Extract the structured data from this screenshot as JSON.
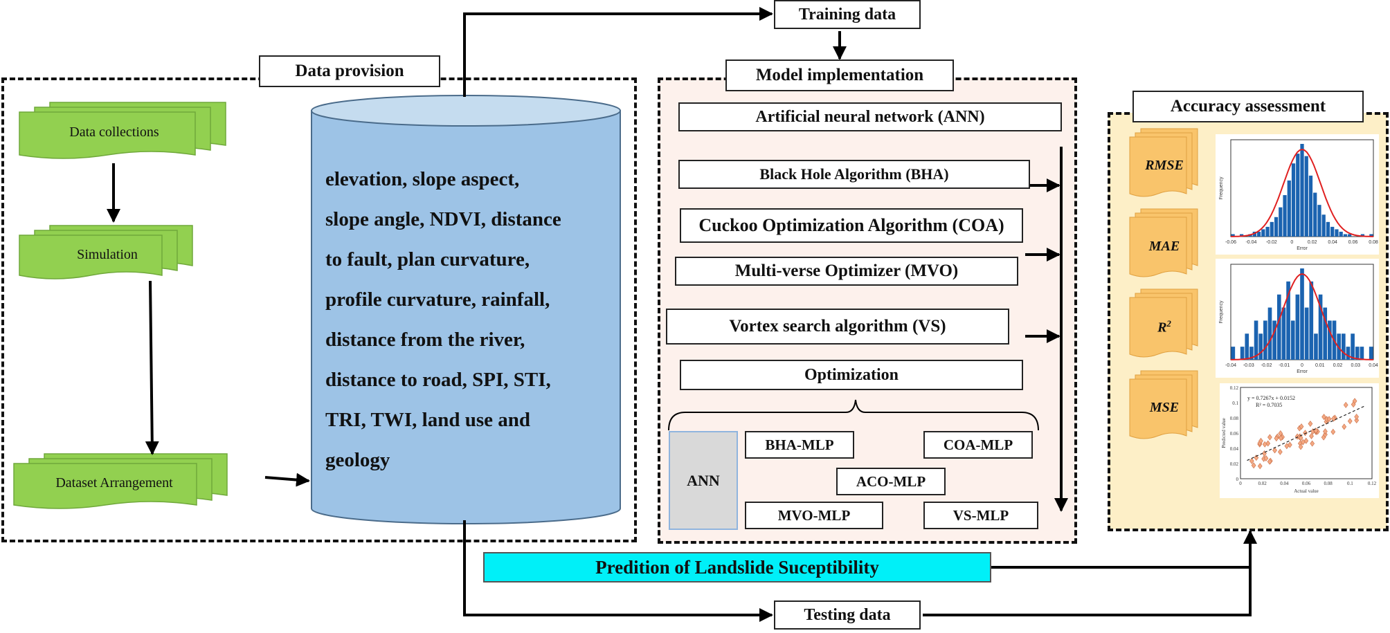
{
  "title_boxes": {
    "training_data": "Training data",
    "testing_data": "Testing data",
    "data_provision": "Data provision",
    "model_implementation": "Model implementation",
    "accuracy_assessment": "Accuracy assessment"
  },
  "data_provision": {
    "steps": [
      "Data collections",
      "Simulation",
      "Dataset Arrangement"
    ],
    "cylinder_lines": [
      "elevation, slope aspect,",
      "slope angle, NDVI, distance",
      "to fault, plan curvature,",
      "profile curvature, rainfall,",
      "distance from the river,",
      "distance to road, SPI, STI,",
      "TRI, TWI, land use  and",
      "geology"
    ]
  },
  "model_implementation": {
    "ann_header": "Artificial neural network (ANN)",
    "algorithms": [
      "Black Hole Algorithm (BHA)",
      "Cuckoo Optimization Algorithm (COA)",
      "Multi-verse Optimizer (MVO)",
      "Vortex search algorithm (VS)"
    ],
    "optimization": "Optimization",
    "ann_box": "ANN",
    "hybrids": [
      "BHA-MLP",
      "COA-MLP",
      "ACO-MLP",
      "MVO-MLP",
      "VS-MLP"
    ]
  },
  "accuracy_assessment": {
    "metrics": [
      "RMSE",
      "MAE",
      "R",
      "MSE"
    ],
    "r_superscript": "2",
    "hist1": {
      "ylabel": "Frequency",
      "xlabel": "Error",
      "xticks": [
        "-0.06",
        "-0.04",
        "-0.02",
        "0",
        "0.02",
        "0.04",
        "0.06",
        "0.08"
      ],
      "values": [
        1,
        0,
        1,
        0,
        1,
        2,
        2,
        3,
        4,
        6,
        8,
        12,
        17,
        23,
        30,
        34,
        38,
        33,
        25,
        18,
        13,
        9,
        6,
        4,
        3,
        2,
        1,
        1,
        0,
        0,
        1,
        0,
        1
      ]
    },
    "hist2": {
      "ylabel": "Frequency",
      "xlabel": "Error",
      "xticks": [
        "-0.04",
        "-0.03",
        "-0.02",
        "-0.01",
        "0",
        "0.01",
        "0.02",
        "0.03",
        "0.04"
      ],
      "values": [
        1,
        0,
        1,
        2,
        1,
        3,
        2,
        3,
        4,
        3,
        5,
        4,
        6,
        3,
        5,
        7,
        4,
        6,
        2,
        5,
        4,
        3,
        3,
        2,
        2,
        1,
        2,
        1,
        1,
        0,
        1
      ]
    },
    "scatter": {
      "equation": "y = 0.7267x + 0.0152",
      "r2": "R² = 0.7035",
      "ylabel": "Predicted value",
      "xlabel": "Actual value",
      "xticks": [
        "0",
        "0.02",
        "0.04",
        "0.06",
        "0.08",
        "0.1",
        "0.12"
      ],
      "yticks": [
        "0",
        "0.02",
        "0.04",
        "0.06",
        "0.08",
        "0.1",
        "0.12"
      ]
    }
  },
  "prediction": "Predition of Landslide Suceptibility",
  "colors": {
    "step_green": "#92d050",
    "cylinder_blue": "#9dc3e6",
    "cylinder_top": "#c5dcef",
    "model_bg": "#fdf1ec",
    "accuracy_bg": "#fdefc7",
    "metric_orange": "#f9c46b",
    "prediction_cyan": "#00f0f8",
    "ann_gray": "#d9d9d9",
    "hist_blue": "#1b63b0",
    "fit_red": "#e02020",
    "scatter_orange": "#f4a882"
  }
}
